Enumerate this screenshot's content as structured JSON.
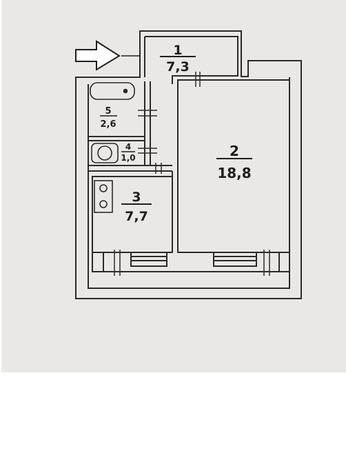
{
  "rooms": [
    {
      "number": "1",
      "area": "7,3"
    },
    {
      "number": "2",
      "area": "18,8"
    },
    {
      "number": "3",
      "area": "7,7"
    },
    {
      "number": "4",
      "area": "1,0"
    },
    {
      "number": "5",
      "area": "2,6"
    }
  ],
  "icons": {
    "pointer": "arrow-right-icon",
    "bathtub": "bathtub-icon",
    "sink": "washbasin-icon",
    "stove": "stove-icon"
  },
  "colors": {
    "paper": "#e9e8e4",
    "wall": "#2a2a2a",
    "ink": "#1e1e1e"
  }
}
